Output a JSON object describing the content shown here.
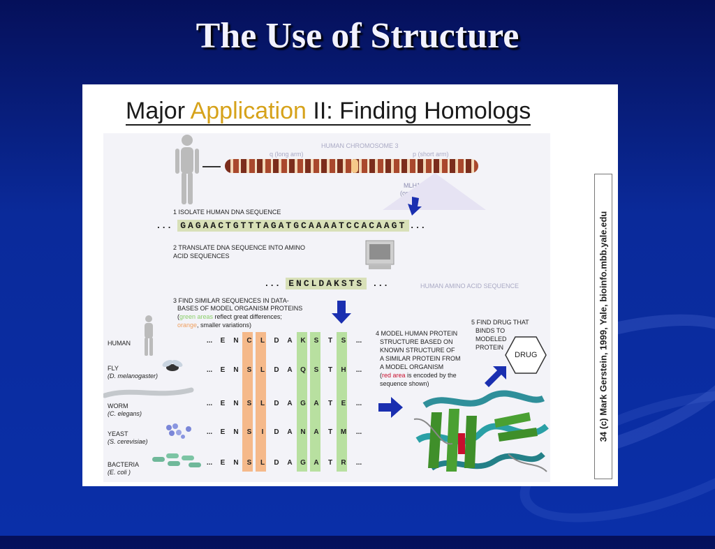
{
  "slide_title": "The Use of Structure",
  "figure": {
    "heading_pre": "Major ",
    "heading_accent": "Application",
    "heading_post": " II: Finding Homologs",
    "chromosome": {
      "label": "HUMAN CHROMOSOME 3",
      "q_arm": "q (long arm)",
      "p_arm": "p (short arm)",
      "gene": "MLH1 GENE",
      "band": "(on band 21.3)"
    },
    "step1": "1 ISOLATE HUMAN DNA SEQUENCE",
    "dna_sequence": "GAGAACTGTTTAGATGCAAAATCCACAAGT",
    "ellipsis": "...",
    "step2_line1": "2 TRANSLATE DNA SEQUENCE INTO AMINO",
    "step2_line2": "ACID SEQUENCES",
    "amino_sequence": "ENCLDAKSTS",
    "amino_label": "HUMAN AMINO ACID SEQUENCE",
    "step3": {
      "line1": "3 FIND SIMILAR SEQUENCES IN DATA-",
      "line2": "BASES OF MODEL ORGANISM PROTEINS",
      "green": "green areas",
      "green_rest": " reflect great differences;",
      "orange": "orange",
      "orange_rest": ", smaller variations)"
    },
    "organisms": [
      {
        "name": "HUMAN",
        "species": "",
        "seq": [
          "E",
          "N",
          "C",
          "L",
          "D",
          "A",
          "K",
          "S",
          "T",
          "S"
        ]
      },
      {
        "name": "FLY",
        "species": "(D. melanogaster)",
        "seq": [
          "E",
          "N",
          "S",
          "L",
          "D",
          "A",
          "Q",
          "S",
          "T",
          "H"
        ]
      },
      {
        "name": "WORM",
        "species": "(C. elegans)",
        "seq": [
          "E",
          "N",
          "S",
          "L",
          "D",
          "A",
          "G",
          "A",
          "T",
          "E"
        ]
      },
      {
        "name": "YEAST",
        "species": "(S. cerevisiae)",
        "seq": [
          "E",
          "N",
          "S",
          "I",
          "D",
          "A",
          "N",
          "A",
          "T",
          "M"
        ]
      },
      {
        "name": "BACTERIA",
        "species": "(E. coli )",
        "seq": [
          "E",
          "N",
          "S",
          "L",
          "D",
          "A",
          "G",
          "A",
          "T",
          "R"
        ]
      }
    ],
    "step4": {
      "lines": [
        "4 MODEL HUMAN PROTEIN",
        "STRUCTURE BASED ON",
        "KNOWN STRUCTURE OF",
        "A SIMILAR PROTEIN FROM",
        "A MODEL ORGANISM"
      ],
      "red": "red area",
      "red_rest": " is encoded by the",
      "last": "sequence shown)"
    },
    "step5": [
      "5 FIND DRUG THAT",
      "BINDS TO",
      "MODELED",
      "PROTEIN"
    ],
    "drug": "DRUG",
    "credit": "34   (c) Mark Gerstein, 1999, Yale, bioinfo.mbb.yale.edu",
    "colors": {
      "orange": "#f5b98a",
      "green": "#b8e0a0",
      "arrow": "#1a2fb0",
      "accent": "#d6a21a"
    }
  }
}
